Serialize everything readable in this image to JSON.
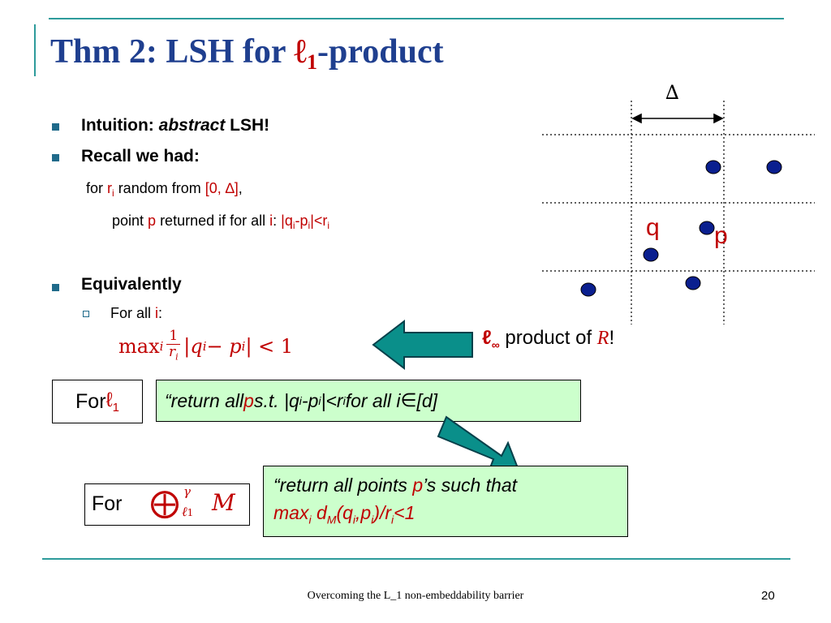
{
  "title": {
    "main": "Thm 2: LSH for ",
    "ell": "ℓ",
    "sub": "1",
    "rest": "-product"
  },
  "bullets": {
    "b1_prefix": "Intuition: ",
    "b1_italic": "abstract",
    "b1_suffix": " LSH!",
    "b2": "Recall we had:",
    "line1": {
      "a": "for ",
      "r": "r",
      "ri": "i",
      "b": " random from ",
      "range": "[0, ∆]",
      "c": ","
    },
    "line2": {
      "a": "point ",
      "p": "p",
      "b": " returned if for all ",
      "i": "i",
      "c": ": ",
      "expr_a": "|q",
      "s1": "i",
      "expr_b": "-p",
      "s2": "i",
      "expr_c": "|<r",
      "s3": "i"
    },
    "b3": "Equivalently",
    "sub1_a": "For all ",
    "sub1_i": "i",
    "sub1_b": ":"
  },
  "formula": {
    "max": "max",
    "i": "i",
    "num": "1",
    "den_r": "r",
    "den_i": "i",
    "body": "|q",
    "bi1": "i",
    "minus": " − p",
    "bi2": "i",
    "tail": "| < 1"
  },
  "linf": {
    "ell": "ℓ",
    "sub": "∞",
    "text": " product of ",
    "R": "R",
    "bang": "!"
  },
  "for_l1": {
    "text": "For ",
    "ell": "ℓ",
    "sub": "1"
  },
  "green1": {
    "a": "“return all ",
    "p": "p",
    "b": " s.t. |q",
    "s1": "i",
    "c": "-p",
    "s2": "i",
    "d": "|<r",
    "s3": "i",
    "e": " for all i",
    "in": "∈",
    "f": "[d]"
  },
  "for_prod": {
    "text": "For",
    "sym": "⨁",
    "sup": "γ",
    "sub": "ℓ",
    "sub1": "1",
    "M": "M"
  },
  "green2": {
    "line1_a": "“return all points ",
    "line1_p": "p",
    "line1_b": "’s such that",
    "line2_a": "max",
    "s1": "i",
    "line2_b": " d",
    "s2": "M",
    "line2_c": "(q",
    "s3": "i",
    "line2_d": ",p",
    "s4": "i",
    "line2_e": ")/r",
    "s5": "i",
    "line2_f": "<1"
  },
  "diagram": {
    "delta": "∆",
    "q": "q",
    "p": "p",
    "point_color": "#0a1f8f"
  },
  "footer": "Overcoming the L_1 non-embeddability barrier",
  "page_number": "20",
  "colors": {
    "accent": "#2e9b9b",
    "title": "#1f3f8f",
    "red": "#c00000",
    "arrow": "#0a8f8a",
    "green_box": "#ccffcc"
  }
}
